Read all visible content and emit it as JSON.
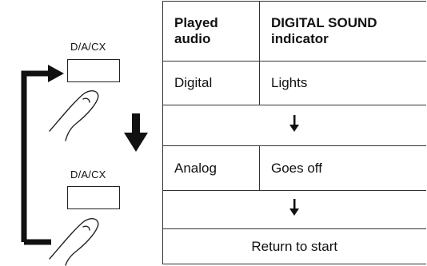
{
  "left_diagram": {
    "top_button_label": "D/A/CX",
    "bottom_button_label": "D/A/CX"
  },
  "table": {
    "header": {
      "col1": "Played\naudio",
      "col2": "DIGITAL SOUND\nindicator"
    },
    "rows": [
      {
        "col1": "Digital",
        "col2": "Lights"
      },
      {
        "col1": "Analog",
        "col2": "Goes off"
      }
    ],
    "footer": "Return to start"
  }
}
